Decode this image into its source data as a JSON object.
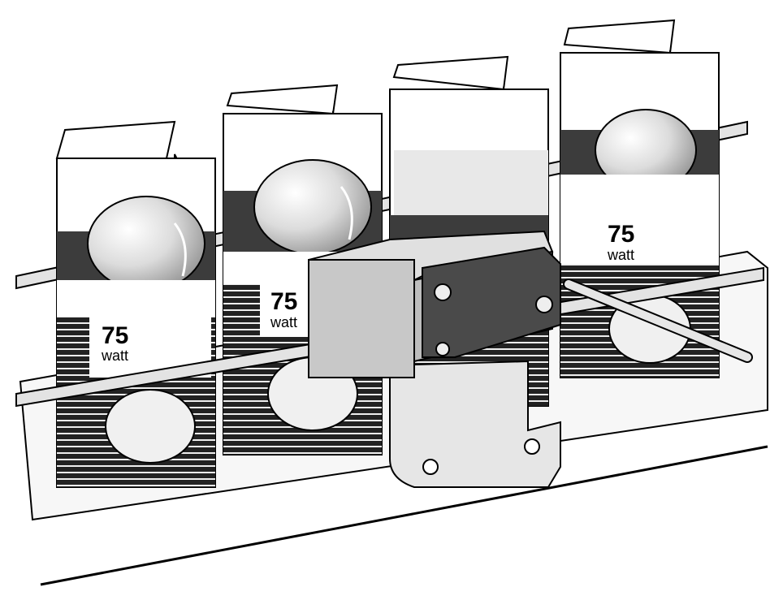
{
  "boxes": [
    {
      "wattage": "75",
      "unit": "watt",
      "has_bulb": true
    },
    {
      "wattage": "75",
      "unit": "watt",
      "has_bulb": true
    },
    {
      "wattage": "",
      "unit": "",
      "has_bulb": false
    },
    {
      "wattage": "75",
      "unit": "watt",
      "has_bulb": true
    }
  ],
  "colors": {
    "line": "#000000",
    "dark_band": "#3c3c3c",
    "sensor_body": "#c8c8c8",
    "sensor_dark": "#4a4a4a",
    "bracket": "#e6e6e6",
    "bulb": "#d8d8d8"
  }
}
